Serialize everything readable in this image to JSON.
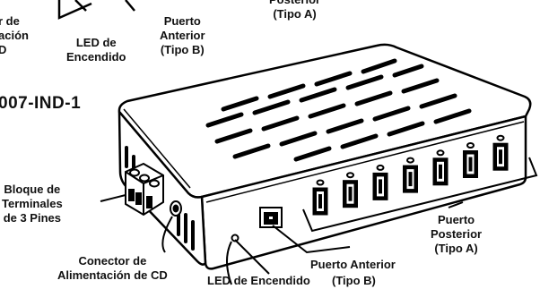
{
  "title_fragment": "007-IND-1",
  "labels": {
    "top_left_partial": [
      "r de",
      "ación",
      "D"
    ],
    "top_led": [
      "LED de",
      "Encendido"
    ],
    "top_front_port": [
      "Puerto",
      "Anterior",
      "(Tipo B)"
    ],
    "top_rear_port": [
      "Posterior",
      "(Tipo A)"
    ],
    "terminal_block": [
      "Bloque de",
      "Terminales",
      "de 3 Pines"
    ],
    "dc_connector": [
      "Conector de",
      "Alimentación de CD"
    ],
    "led_bottom": "LED de Encendido",
    "front_port_bottom": "Puerto Anterior",
    "front_port_type": "(Tipo B)",
    "rear_port_right": [
      "Puerto",
      "Posterior",
      "(Tipo A)"
    ]
  },
  "usb_a_port_count": 7
}
